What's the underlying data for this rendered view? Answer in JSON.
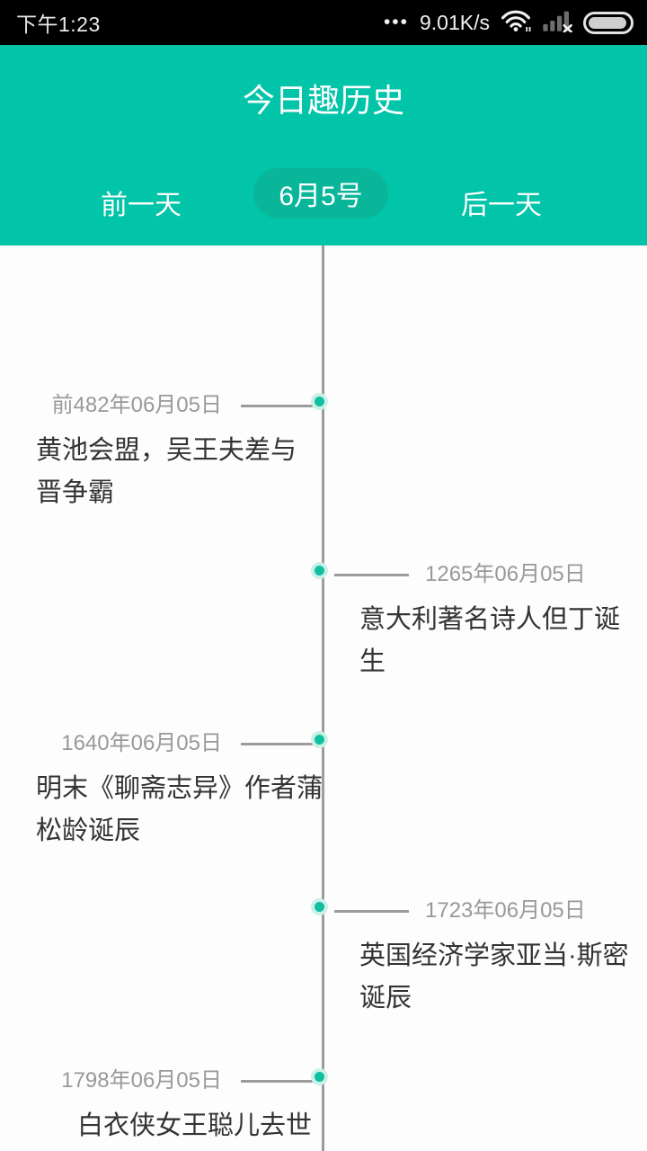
{
  "status_bar": {
    "time": "下午1:23",
    "overflow_dots": "•••",
    "net_speed": "9.01K/s",
    "icons": [
      "wifi-icon",
      "signal-strength-icon",
      "battery-icon"
    ]
  },
  "header": {
    "title": "今日趣历史",
    "prev_day": "前一天",
    "current_date": "6月5号",
    "next_day": "后一天"
  },
  "colors": {
    "status_bg": "#000000",
    "header_teal": "#01C4A8",
    "pill_teal": "#0AB69A",
    "dot_teal": "#12BEA0",
    "dot_ring": "#C9F1E8",
    "timeline_gray": "#9C9C9C",
    "date_gray": "#999999",
    "title_dark": "#333333"
  },
  "timeline": {
    "items": [
      {
        "side": "left",
        "date": "前482年06月05日",
        "lines": [
          "黄池会盟，吴王夫差与",
          "晋争霸"
        ]
      },
      {
        "side": "right",
        "date": "1265年06月05日",
        "lines": [
          "意大利著名诗人但丁诞",
          "生"
        ]
      },
      {
        "side": "left",
        "date": "1640年06月05日",
        "lines": [
          "明末《聊斋志异》作者蒲",
          "松龄诞辰"
        ]
      },
      {
        "side": "right",
        "date": "1723年06月05日",
        "lines": [
          "英国经济学家亚当·斯密",
          "诞辰"
        ]
      },
      {
        "side": "left",
        "date": "1798年06月05日",
        "lines": [
          "白衣侠女王聪儿去世"
        ]
      }
    ]
  }
}
